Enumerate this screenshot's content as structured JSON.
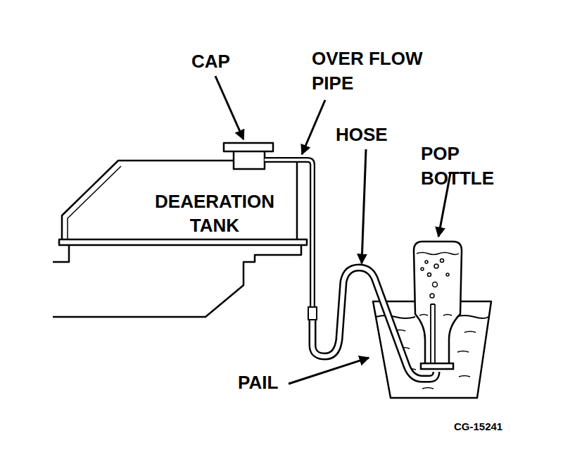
{
  "diagram": {
    "nodes": [
      {
        "text": [
          "DEAERATION TANK"
        ]
      }
    ],
    "labels": [
      "CAP",
      "OVER FLOW PIPE",
      "HOSE",
      "POP BOTTLE",
      "PAIL",
      "CG-15241"
    ]
  }
}
